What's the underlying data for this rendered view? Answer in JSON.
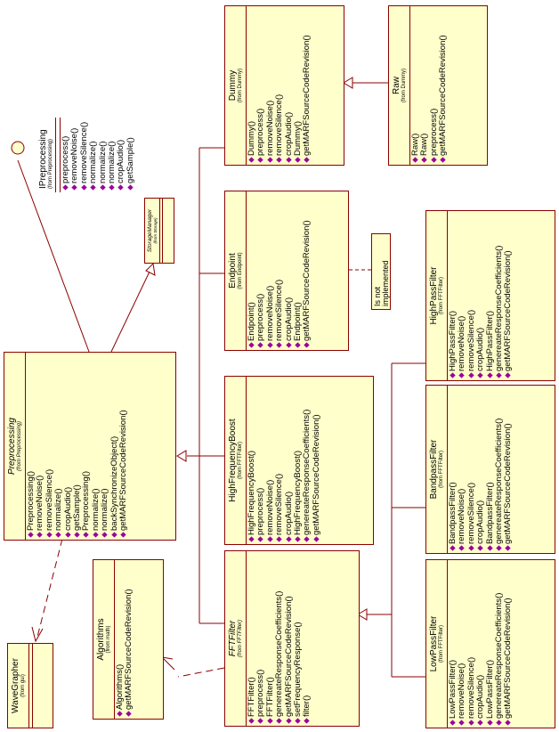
{
  "classes": {
    "dummy": {
      "name": "Dummy",
      "from": "(from Dummy)",
      "ops": [
        "Dummy()",
        "preprocess()",
        "removeNoise()",
        "removeSilence()",
        "cropAudio()",
        "Dummy()",
        "getMARFSourceCodeRevision()"
      ]
    },
    "raw": {
      "name": "Raw",
      "from": "(from Dummy)",
      "ops": [
        "Raw()",
        "Raw()",
        "preprocess()",
        "getMARFSourceCodeRevision()"
      ]
    },
    "endpoint": {
      "name": "Endpoint",
      "from": "(from Endpoint)",
      "ops": [
        "Endpoint()",
        "preprocess()",
        "removeNoise()",
        "removeSilence()",
        "cropAudio()",
        "Endpoint()",
        "getMARFSourceCodeRevision()"
      ]
    },
    "highfreq": {
      "name": "HighFrequencyBoost",
      "from": "(from FFTFilter)",
      "ops": [
        "HighFrequencyBoost()",
        "preprocess()",
        "removeNoise()",
        "removeSilence()",
        "cropAudio()",
        "HighFrequencyBoost()",
        "genereateResponseCoefficients()",
        "getMARFSourceCodeRevision()"
      ]
    },
    "highpass": {
      "name": "HighPassFilter",
      "from": "(from FFTFilter)",
      "ops": [
        "HighPassFilter()",
        "removeNoise()",
        "removeSilence()",
        "cropAudio()",
        "HighPassFilter()",
        "genereateResponseCoefficients()",
        "getMARFSourceCodeRevision()"
      ]
    },
    "bandpass": {
      "name": "BandpassFilter",
      "from": "(from FFTFilter)",
      "ops": [
        "BandpassFilter()",
        "removeNoise()",
        "removeSilence()",
        "cropAudio()",
        "BandpassFilter()",
        "genereateResponseCoefficients()",
        "getMARFSourceCodeRevision()"
      ]
    },
    "lowpass": {
      "name": "LowPassFilter",
      "from": "(from FFTFilter)",
      "ops": [
        "LowPassFilter()",
        "removeNoise()",
        "removeSilence()",
        "cropAudio()",
        "LowPassFilter()",
        "genereateResponseCoefficients()",
        "getMARFSourceCodeRevision()"
      ]
    },
    "fftfilter": {
      "name": "FFTFilter",
      "from": "(from FFTFilter)",
      "ops": [
        "FFTFilter()",
        "preprocess()",
        "FFTFilter()",
        "genereateResponseCoefficients()",
        "getMARFSourceCodeRevision()",
        "setFrequencyResponse()",
        "filter()"
      ]
    },
    "preprocessing": {
      "name": "Preprocessing",
      "from": "(from Preprocessing)",
      "ops": [
        "Preprocessing()",
        "removeNoise()",
        "removeSilence()",
        "normalize()",
        "cropAudio()",
        "getSample()",
        "Preprocessing()",
        "normalize()",
        "normalize()",
        "backSynchronizeObject()",
        "getMARFSourceCodeRevision()"
      ]
    },
    "algorithms": {
      "name": "Algorithms",
      "from": "(from math)",
      "ops": [
        "Algorithms()",
        "getMARFSourceCodeRevision()"
      ]
    },
    "wavegrapher": {
      "name": "WaveGrapher",
      "from": "(from gui)",
      "ops": []
    },
    "storagemanager": {
      "name": "StorageManager",
      "from": "(from Storage)",
      "ops": []
    }
  },
  "interface": {
    "name": "IPreprocessing",
    "from": "(from Preprocessing)",
    "ops": [
      "preprocess()",
      "removeNoise()",
      "removeSilence()",
      "normalize()",
      "normalize()",
      "normalize()",
      "cropAudio()",
      "getSample()"
    ]
  },
  "note": {
    "line1": "Is not",
    "line2": "implemented"
  }
}
